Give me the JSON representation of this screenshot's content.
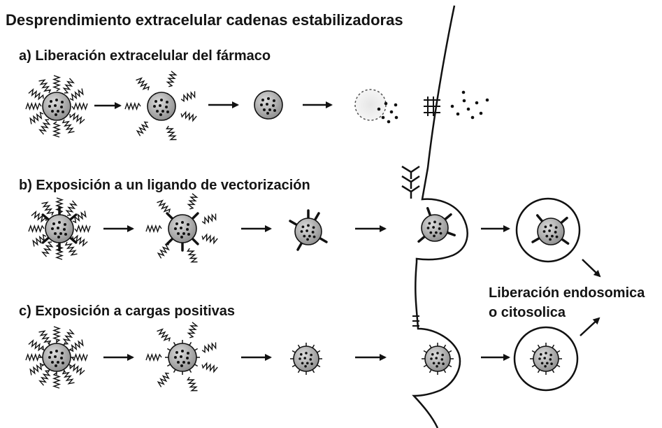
{
  "title": "Desprendimiento extracelular cadenas estabilizadoras",
  "rows": {
    "a": "a) Liberación extracelular del fármaco",
    "b": "b)  Exposición a un ligando de vectorización",
    "c": "c)  Exposición a cargas positivas"
  },
  "release_label": {
    "line1": "Liberación endosomica",
    "line2": "o citosolica"
  },
  "colors": {
    "particle_fill": "#a9a9a9",
    "membrane": "#111111",
    "text": "#141414"
  }
}
